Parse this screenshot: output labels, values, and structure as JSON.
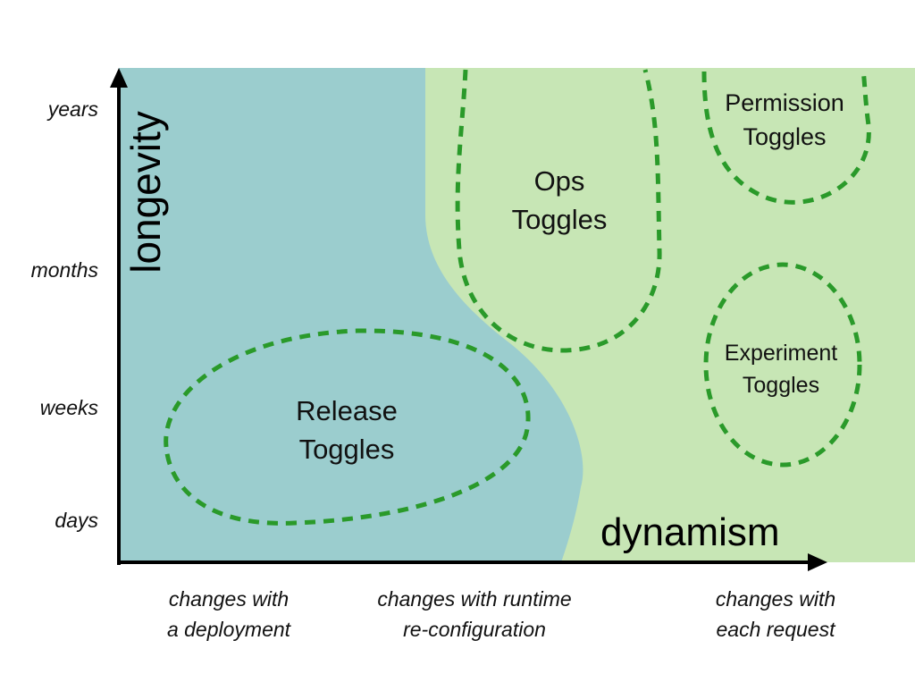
{
  "diagram": {
    "colors": {
      "release_zone": "#9bcdce",
      "dynamic_zone": "#c7e6b5",
      "dashed_outline": "#2a9a2a",
      "axis": "#000000",
      "text": "#111111"
    },
    "y_axis": {
      "title": "longevity",
      "ticks": [
        "years",
        "months",
        "weeks",
        "days"
      ]
    },
    "x_axis": {
      "title": "dynamism",
      "ticks": [
        {
          "line1": "changes with",
          "line2": "a deployment"
        },
        {
          "line1": "changes with runtime",
          "line2": "re-configuration"
        },
        {
          "line1": "changes with",
          "line2": "each request"
        }
      ]
    },
    "regions": [
      {
        "id": "release",
        "line1": "Release",
        "line2": "Toggles"
      },
      {
        "id": "ops",
        "line1": "Ops",
        "line2": "Toggles"
      },
      {
        "id": "permission",
        "line1": "Permission",
        "line2": "Toggles"
      },
      {
        "id": "experiment",
        "line1": "Experiment",
        "line2": "Toggles"
      }
    ]
  }
}
